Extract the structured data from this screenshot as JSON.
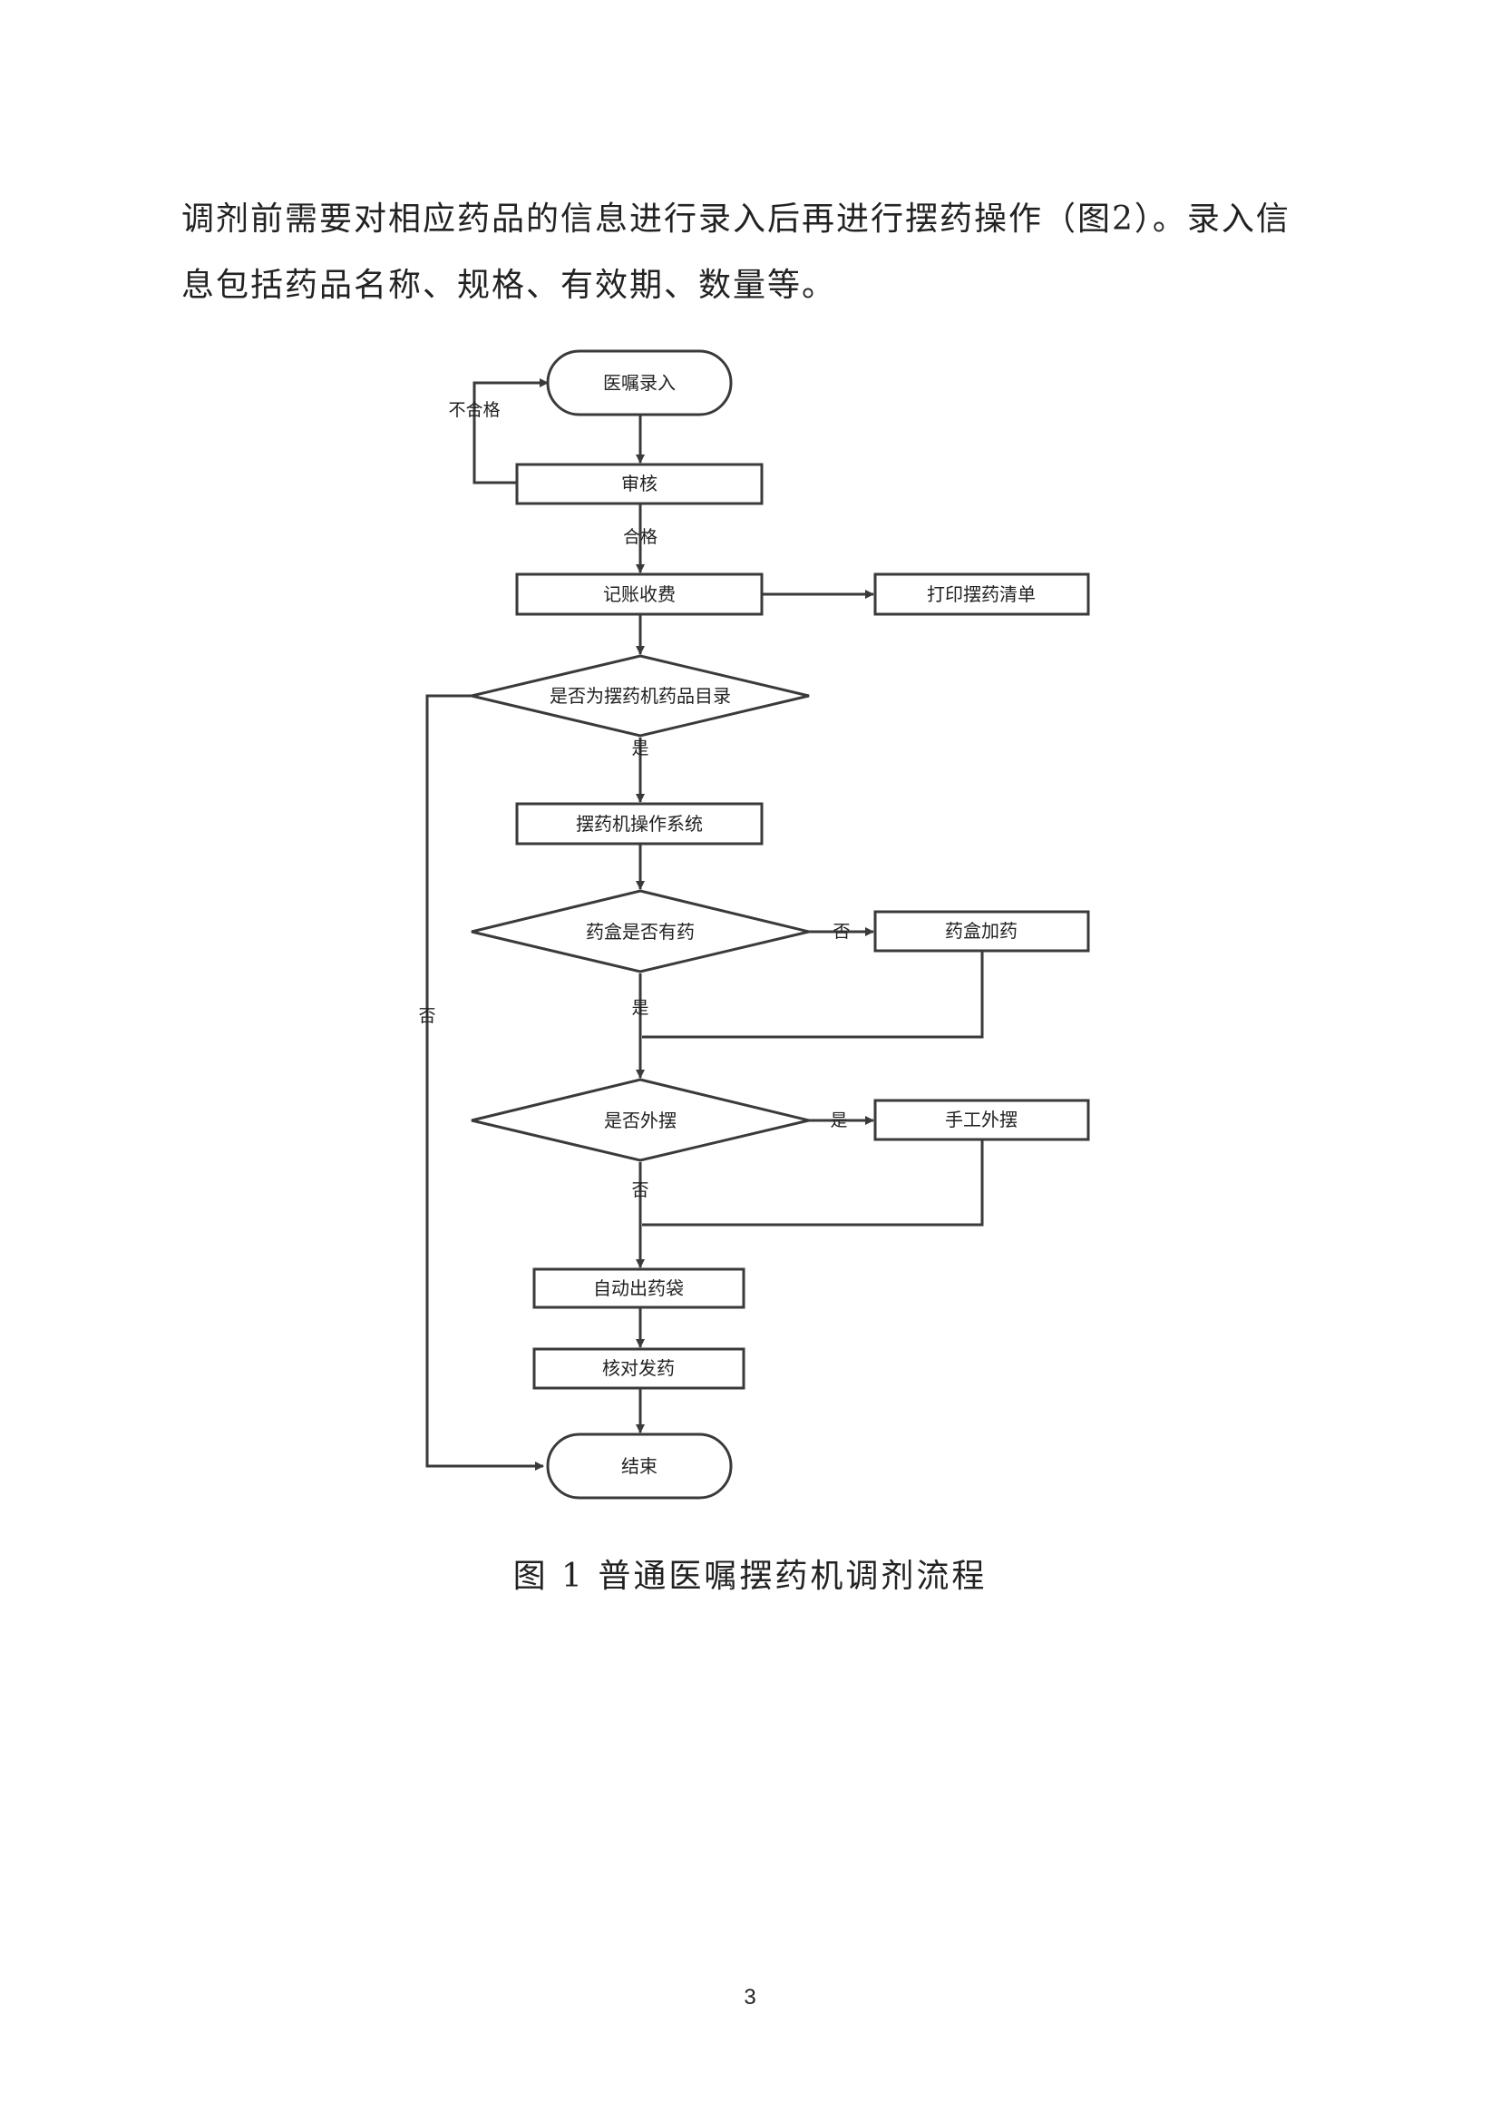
{
  "body_text": {
    "line1": "调剂前需要对相应药品的信息进行录入后再进行摆药操作（图2）。录入信",
    "line2": "息包括药品名称、规格、有效期、数量等。"
  },
  "flowchart": {
    "nodes": {
      "start": "医嘱录入",
      "review": "审核",
      "billing": "记账收费",
      "print_list": "打印摆药清单",
      "in_catalog": "是否为摆药机药品目录",
      "machine_system": "摆药机操作系统",
      "box_has_drug": "药盒是否有药",
      "refill_box": "药盒加药",
      "external": "是否外摆",
      "manual_external": "手工外摆",
      "auto_bag": "自动出药袋",
      "check_dispense": "核对发药",
      "end": "结束"
    },
    "edge_labels": {
      "reject": "不合格",
      "pass": "合格",
      "catalog_yes": "是",
      "catalog_no": "否",
      "box_no": "否",
      "box_yes": "是",
      "external_yes": "是",
      "external_no": "否"
    }
  },
  "caption": "图 1  普通医嘱摆药机调剂流程",
  "page_number": "3"
}
